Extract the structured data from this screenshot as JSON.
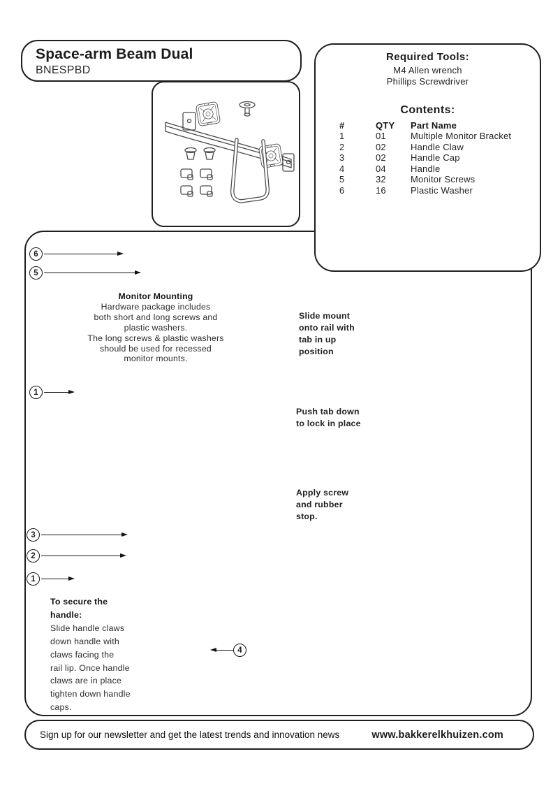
{
  "colors": {
    "accent_red": "#e5241d",
    "line_art": "#4a4a4a",
    "border": "#1f1f1f"
  },
  "header": {
    "title": "Space-arm Beam Dual",
    "model": "BNESPBD"
  },
  "tools": {
    "title": "Required Tools:",
    "lines": "M4 Allen wrench\nPhillips Screwdriver"
  },
  "contents": {
    "title": "Contents:",
    "columns": {
      "num": "#",
      "qty": "QTY",
      "name": "Part Name"
    },
    "rows": [
      {
        "num": "1",
        "qty": "01",
        "name": "Multiple Monitor Bracket"
      },
      {
        "num": "2",
        "qty": "02",
        "name": "Handle Claw"
      },
      {
        "num": "3",
        "qty": "02",
        "name": "Handle Cap"
      },
      {
        "num": "4",
        "qty": "04",
        "name": "Handle"
      },
      {
        "num": "5",
        "qty": "32",
        "name": "Monitor Screws"
      },
      {
        "num": "6",
        "qty": "16",
        "name": "Plastic Washer"
      }
    ]
  },
  "monitor_mounting": {
    "title": "Monitor Mounting",
    "body": "Hardware package includes\nboth short and long screws and\nplastic washers.\nThe long screws & plastic washers\nshould be used for recessed\nmonitor mounts."
  },
  "steps": {
    "slide": "Slide mount\nonto rail with\ntab in up\nposition",
    "push": "Push tab down\nto lock in place",
    "screw": "Apply screw\nand rubber\nstop."
  },
  "handle_note": {
    "title": "To secure the handle:",
    "body": "Slide handle claws\ndown handle with\nclaws facing the\nrail lip. Once handle\nclaws are in place\ntighten down handle\ncaps."
  },
  "callouts": {
    "c1": "1",
    "c2": "2",
    "c3": "3",
    "c4": "4",
    "c5": "5",
    "c6": "6"
  },
  "footer": {
    "newsletter": "Sign up for our newsletter and get the latest trends and innovation news",
    "website": "www.bakkerelkhuizen.com"
  }
}
